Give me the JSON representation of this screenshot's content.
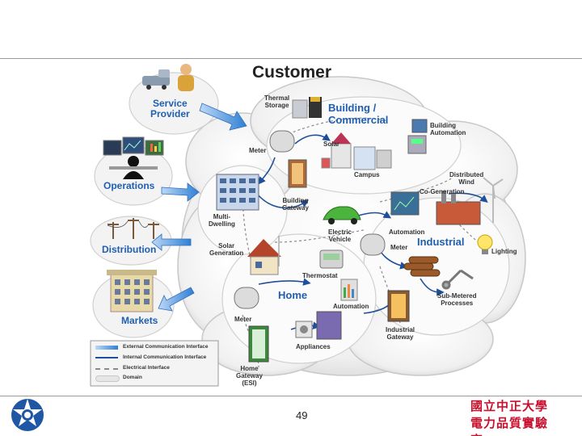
{
  "title": "Customer",
  "domains": {
    "service_provider": "Service\nProvider",
    "operations": "Operations",
    "distribution": "Distribution",
    "markets": "Markets",
    "building_commercial": "Building /\nCommercial",
    "industrial": "Industrial",
    "home": "Home"
  },
  "labels": {
    "thermal_storage": "Thermal\nStorage",
    "building_automation": "Building\nAutomation",
    "meter_top": "Meter",
    "solar": "Solar",
    "campus": "Campus",
    "distributed_wind": "Distributed\nWind",
    "co_generation": "Co-Generation",
    "building_gateway": "Building\nGateway",
    "multi_dwelling": "Multi-\nDwelling",
    "electric_vehicle": "Electric\nVehicle",
    "automation_mid": "Automation",
    "meter_mid": "Meter",
    "lighting": "Lighting",
    "solar_generation": "Solar\nGeneration",
    "thermostat": "Thermostat",
    "automation_home": "Automation",
    "sub_metered": "Sub-Metered\nProcesses",
    "meter_home": "Meter",
    "industrial_gateway": "Industrial\nGateway",
    "appliances": "Appliances",
    "home_gateway": "Home\nGateway\n(ESI)"
  },
  "legend": [
    {
      "label": "External Communication Interface",
      "color": "#3a7fd0",
      "style": "arrow"
    },
    {
      "label": "Internal Communication Interface",
      "color": "#1f4f9a",
      "style": "line"
    },
    {
      "label": "Electrical Interface",
      "color": "#8a8a8a",
      "style": "dashed"
    },
    {
      "label": "Domain",
      "color": "#e6e6e6",
      "style": "cloud"
    }
  ],
  "footer": {
    "page_number": "49",
    "institution": "國立中正大學\n電力品質實驗\n室"
  },
  "colors": {
    "domain_text": "#1f5fb0",
    "footer_text": "#c8102e",
    "arrow": "#4a90d9"
  }
}
